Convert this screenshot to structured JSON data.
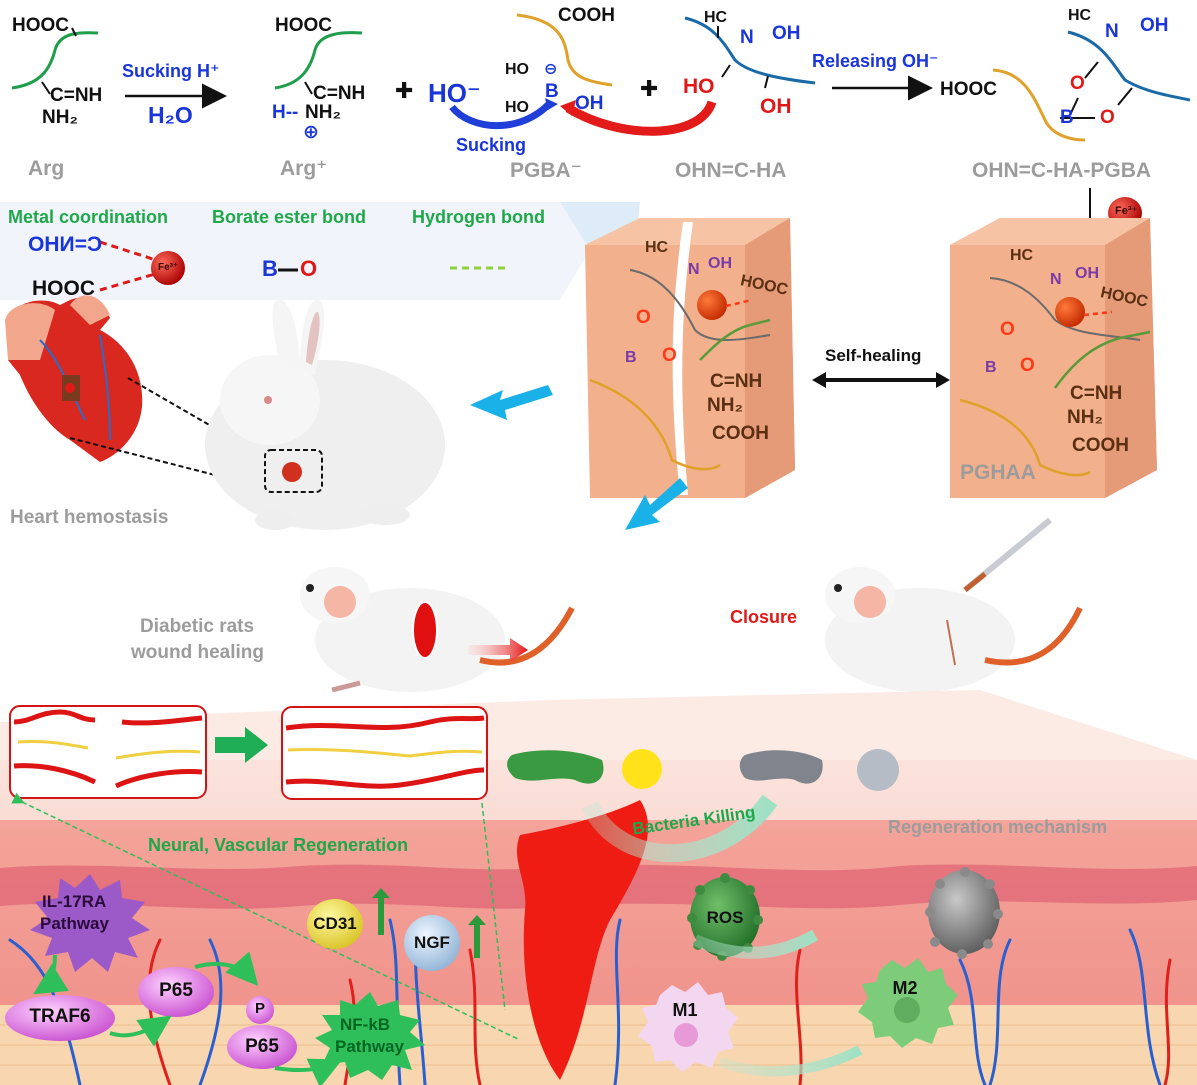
{
  "reaction": {
    "arg": {
      "top": "HOOC",
      "cnh": "C=NH",
      "nh2": "NH₂",
      "label": "Arg"
    },
    "arrow1": {
      "top": "Sucking H⁺",
      "bottom": "H₂O"
    },
    "arg_plus": {
      "top": "HOOC",
      "cnh": "C=NH",
      "h": "H--",
      "nh2": "NH₂",
      "charge": "⊕",
      "label": "Arg⁺"
    },
    "plus_sign": "✚",
    "hydroxide": "HO⁻",
    "sucking": "Sucking",
    "pgba": {
      "cooh": "COOH",
      "ho1": "HO",
      "ho2": "HO",
      "b": "B",
      "oh": "OH",
      "charge": "⊖",
      "label": "PGBA⁻"
    },
    "ha": {
      "hc": "HC",
      "n": "N",
      "oh_top": "OH",
      "ho": "HO",
      "oh": "OH",
      "label": "OHN=C-HA"
    },
    "arrow2": {
      "top": "Releasing OH⁻"
    },
    "product": {
      "hc": "HC",
      "n": "N",
      "oh": "OH",
      "hooc": "HOOC",
      "b": "B",
      "o1": "O",
      "o2": "O",
      "label": "OHN=C-HA-PGBA"
    },
    "fe": "Fe³⁺"
  },
  "legend": {
    "items": [
      {
        "title": "Metal coordination",
        "line1": "C=NHO",
        "line2": "HOOC",
        "ion": "Fe³⁺"
      },
      {
        "title": "Borate ester bond",
        "b": "B",
        "o": "O"
      },
      {
        "title": "Hydrogen bond"
      }
    ]
  },
  "hydrogel": {
    "left": {
      "hc": "HC",
      "n": "N",
      "oh": "OH",
      "hooc": "HOOC",
      "b": "B",
      "o1": "O",
      "o2": "O",
      "cnh": "C=NH",
      "nh2": "NH₂",
      "cooh": "COOH"
    },
    "right": {
      "hc": "HC",
      "n": "N",
      "oh": "OH",
      "hooc": "HOOC",
      "b": "B",
      "o1": "O",
      "o2": "O",
      "cnh": "C=NH",
      "nh2": "NH₂",
      "cooh": "COOH"
    },
    "self_healing": "Self-healing",
    "name": "PGHAA"
  },
  "applications": {
    "heart": "Heart hemostasis",
    "rats": [
      "Diabetic rats",
      "wound healing"
    ],
    "closure": "Closure"
  },
  "mechanism": {
    "neural_vascular": "Neural, Vascular Regeneration",
    "bacteria_killing": "Bacteria  Killing",
    "regeneration": "Regeneration mechanism",
    "il17ra": [
      "IL-17RA",
      "Pathway"
    ],
    "traf6": "TRAF6",
    "p65_1": "P65",
    "p": "P",
    "p65_2": "P65",
    "nfkb": [
      "NF-kB",
      "Pathway"
    ],
    "cd31": "CD31",
    "ngf": "NGF",
    "ros": "ROS",
    "m1": "M1",
    "m2": "M2"
  },
  "colors": {
    "blue_text": "#1a35d8",
    "red_text": "#e01818",
    "gray_label": "#9c9c9c",
    "green_text": "#1fa84a",
    "arrow_cyan": "#1ab0e8",
    "hydrogel": "#f2b08c",
    "skin": "#f4a9a0"
  }
}
